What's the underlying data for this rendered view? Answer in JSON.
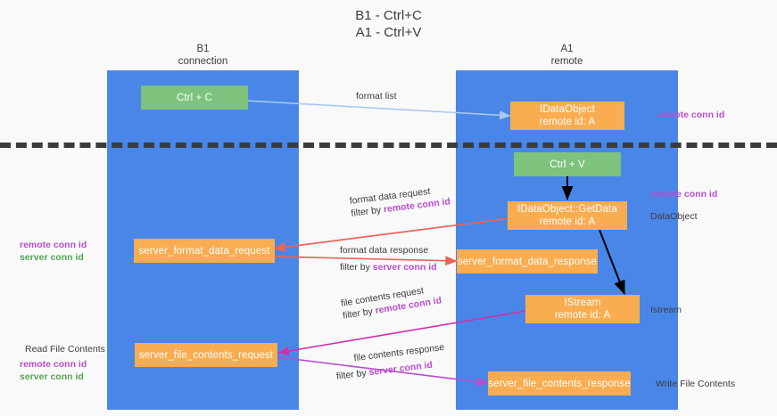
{
  "title": "B1 - Ctrl+C\nA1 - Ctrl+V",
  "colors": {
    "lane": "#4a86e8",
    "green_node": "#7dc37d",
    "orange_node": "#f9ad50",
    "divider": "#3b3b3b",
    "remote_conn_id": "#b84ecb",
    "server_conn_id": "#53a653",
    "arrow_blue": "#a8c8f0",
    "arrow_red": "#e8645a",
    "arrow_magenta": "#d22fa8",
    "arrow_purple": "#b84ecb",
    "arrow_black": "#000000",
    "background": "#f9f9fa"
  },
  "columns": [
    {
      "name": "B1",
      "role": "connection",
      "label": "B1\nconnection"
    },
    {
      "name": "A1",
      "role": "remote",
      "label": "A1\nremote"
    }
  ],
  "nodes": [
    {
      "id": "ctrl-c",
      "label": "Ctrl + C",
      "color": "green"
    },
    {
      "id": "idataobject",
      "label": "IDataObject\nremote id: A",
      "color": "orange"
    },
    {
      "id": "ctrl-v",
      "label": "Ctrl + V",
      "color": "green"
    },
    {
      "id": "idataobject-getdata",
      "label": "IDataObject::GetData\nremote id: A",
      "color": "orange"
    },
    {
      "id": "server-format-data-request",
      "label": "server_format_data_request",
      "color": "orange"
    },
    {
      "id": "server-format-data-response",
      "label": "server_format_data_response",
      "color": "orange"
    },
    {
      "id": "istream",
      "label": "IStream\nremote id: A",
      "color": "orange"
    },
    {
      "id": "server-file-contents-request",
      "label": "server_file_contents_request",
      "color": "orange"
    },
    {
      "id": "server-file-contents-response",
      "label": "server_file_contents_response",
      "color": "orange"
    }
  ],
  "edge_labels": {
    "format_list": "format list",
    "format_data_request": "format data request",
    "format_data_request_filter_prefix": "filter by ",
    "format_data_request_filter_key": "remote conn id",
    "format_data_response": "format data response",
    "format_data_response_filter_prefix": "filter by ",
    "format_data_response_filter_key": "server conn id",
    "file_contents_request": "file contents request",
    "file_contents_request_filter_prefix": "filter by ",
    "file_contents_request_filter_key": "remote conn id",
    "file_contents_response": "file contents response",
    "file_contents_response_filter_prefix": "filter by ",
    "file_contents_response_filter_key": "server conn id"
  },
  "annotations": {
    "right_remote_conn_id_top": "remote conn id",
    "right_remote_conn_id_mid": "remote conn id",
    "right_dataobject": "DataObject",
    "right_istream": "Istream",
    "right_write_file_contents": "Write File Contents",
    "left_ids_mid_purple": "remote conn id",
    "left_ids_mid_green": "server conn id",
    "left_read_file_contents": "Read File Contents",
    "left_ids_bottom_purple": "remote conn id",
    "left_ids_bottom_green": "server conn id"
  }
}
